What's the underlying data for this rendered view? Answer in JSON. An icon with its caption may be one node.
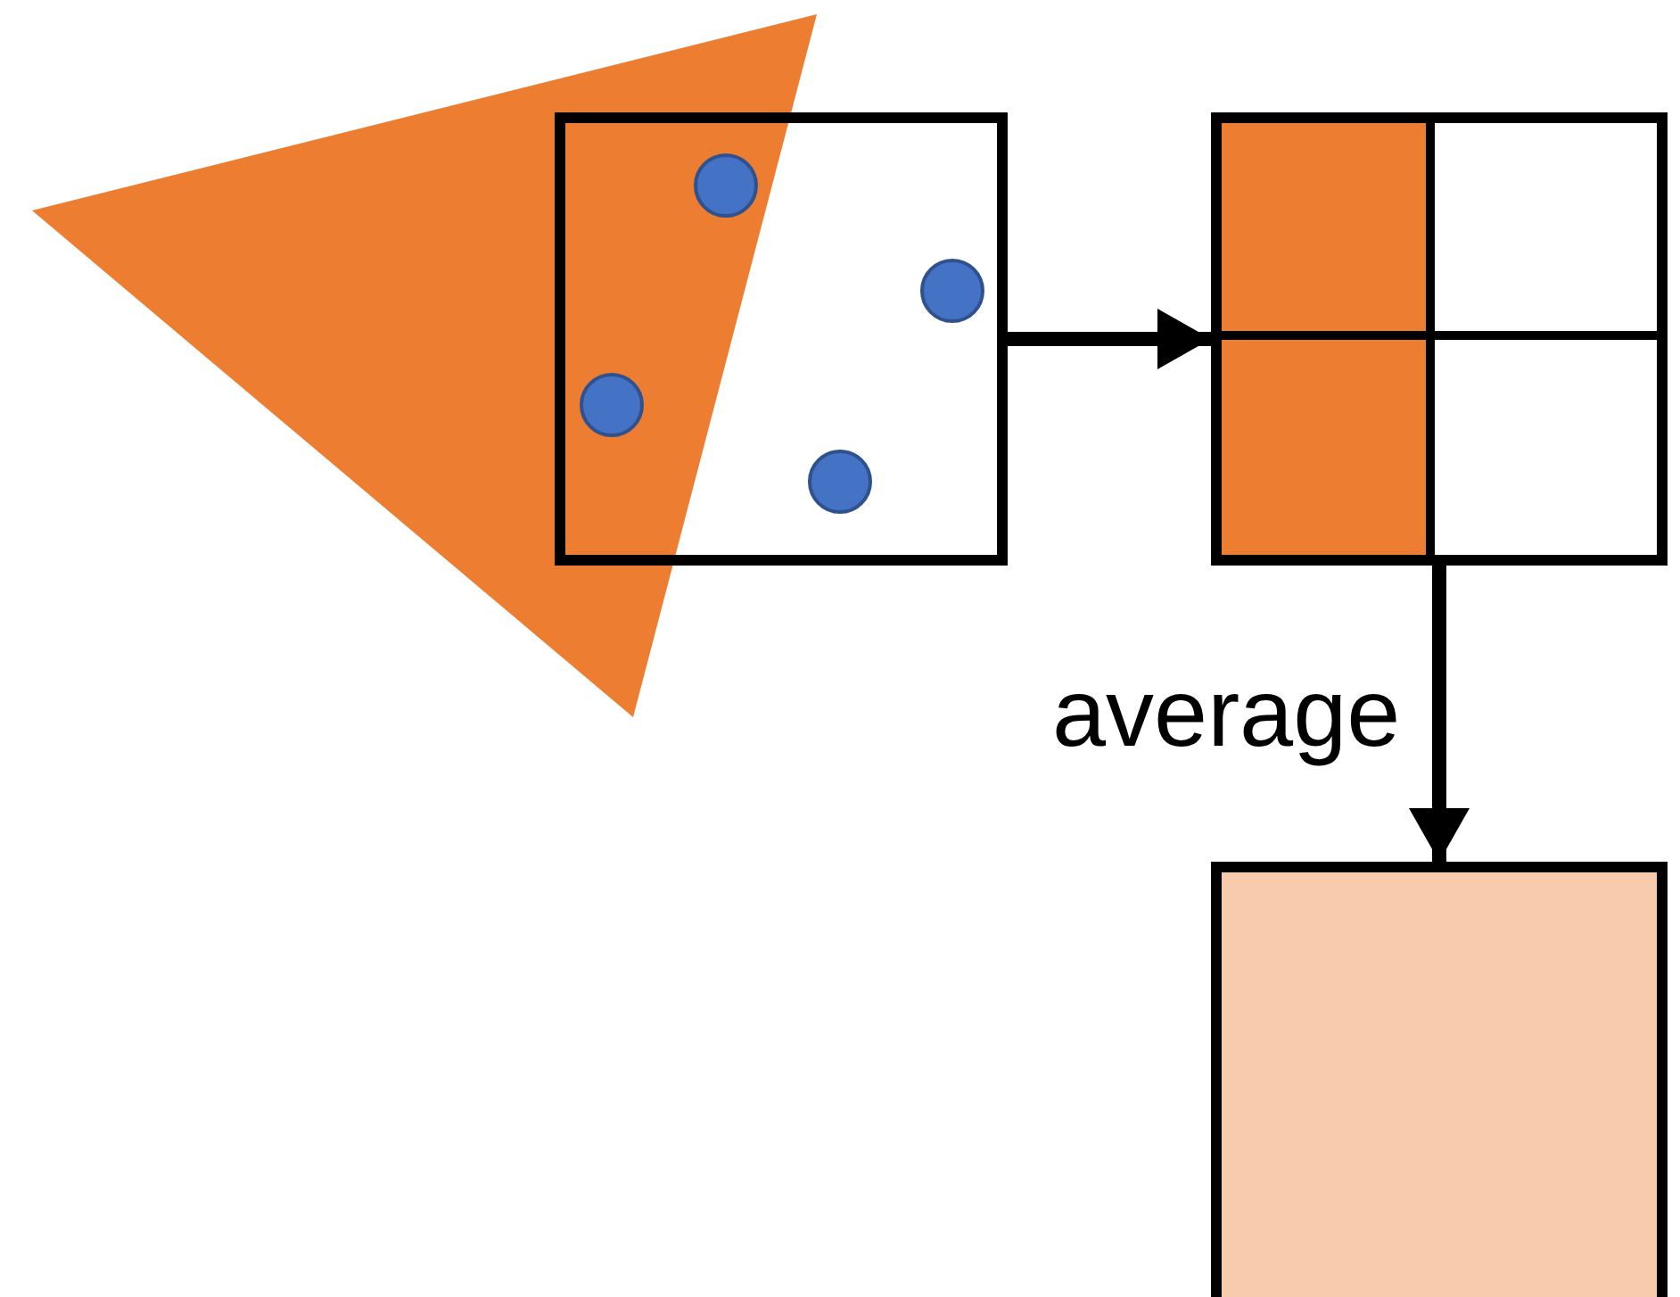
{
  "diagram": {
    "nodes": [
      {
        "text": [],
        "shape": "picture"
      },
      {
        "text": [],
        "shape": "picture"
      },
      {
        "text": [],
        "shape": "box"
      }
    ],
    "edges": [
      {
        "from": 0,
        "to": 1,
        "arrow": "to"
      },
      {
        "from": 1,
        "to": 2,
        "arrow": "to",
        "label": "average"
      }
    ]
  }
}
